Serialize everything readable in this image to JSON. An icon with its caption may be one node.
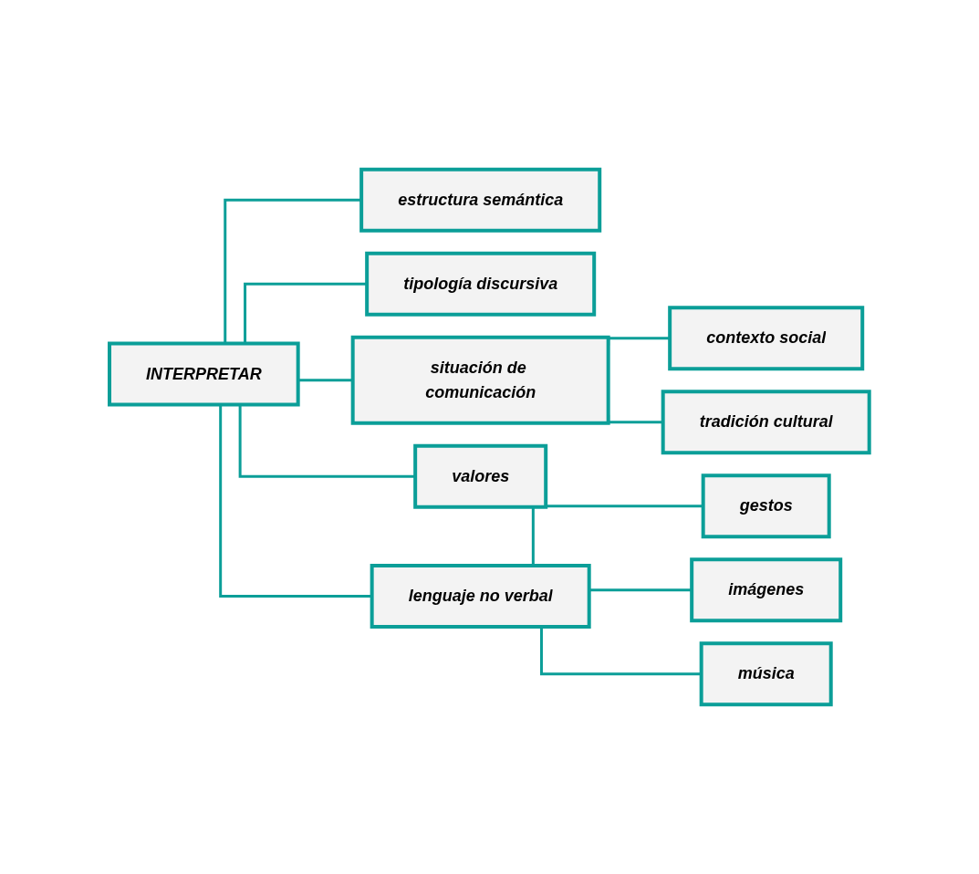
{
  "diagram": {
    "nodes": [
      {
        "text": [
          "INTERPRETAR"
        ]
      },
      {
        "text": [
          "estructura semántica"
        ]
      },
      {
        "text": [
          "tipología discursiva"
        ]
      },
      {
        "text": [
          "situación de comunicación"
        ]
      },
      {
        "text": [
          "valores"
        ]
      },
      {
        "text": [
          "lenguaje no verbal"
        ]
      },
      {
        "text": [
          "contexto social"
        ]
      },
      {
        "text": [
          "tradición cultural"
        ]
      },
      {
        "text": [
          "gestos"
        ]
      },
      {
        "text": [
          "imágenes"
        ]
      },
      {
        "text": [
          "música"
        ]
      }
    ],
    "edges": [
      {
        "from": 0,
        "to": 1,
        "arrow": "none"
      },
      {
        "from": 0,
        "to": 2,
        "arrow": "none"
      },
      {
        "from": 0,
        "to": 3,
        "arrow": "none"
      },
      {
        "from": 0,
        "to": 4,
        "arrow": "none"
      },
      {
        "from": 0,
        "to": 5,
        "arrow": "none"
      },
      {
        "from": 3,
        "to": 6,
        "arrow": "none"
      },
      {
        "from": 3,
        "to": 7,
        "arrow": "none"
      },
      {
        "from": 5,
        "to": 8,
        "arrow": "none"
      },
      {
        "from": 5,
        "to": 9,
        "arrow": "none"
      },
      {
        "from": 5,
        "to": 10,
        "arrow": "none"
      }
    ]
  }
}
